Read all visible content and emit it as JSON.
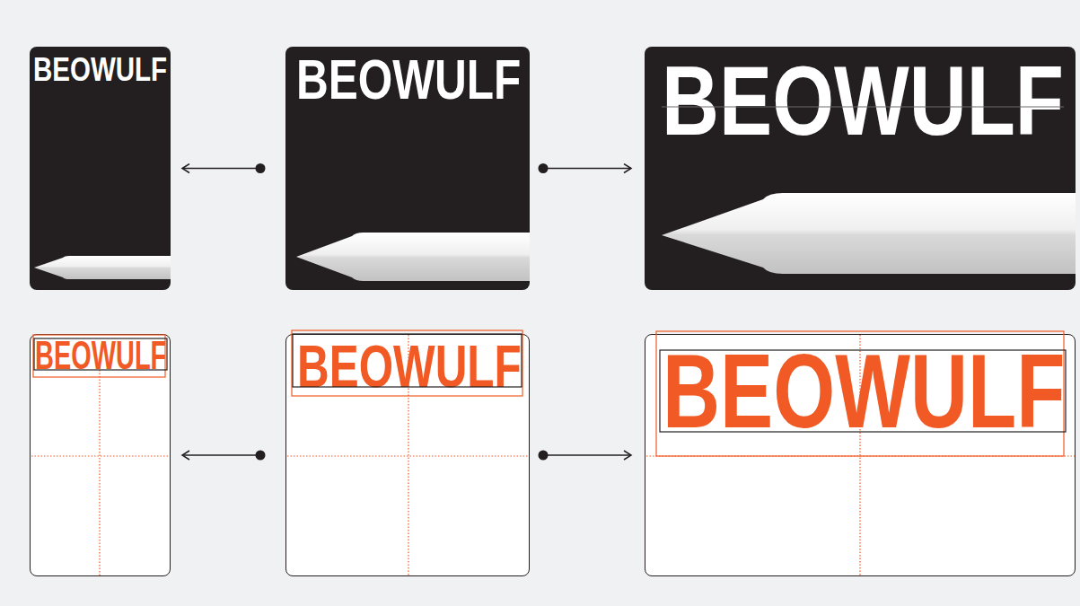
{
  "diagram": {
    "nodes": [
      {
        "text": [
          "BEOWULF"
        ]
      },
      {
        "text": [
          "BEOWULF"
        ]
      },
      {
        "text": [
          "BEOWULF"
        ]
      },
      {
        "text": [
          "BEOWULF"
        ]
      },
      {
        "text": [
          "BEOWULF"
        ]
      },
      {
        "text": [
          "BEOWULF"
        ]
      }
    ],
    "edges": [
      {
        "from": 1,
        "to": 0,
        "arrow": "to"
      },
      {
        "from": 1,
        "to": 2,
        "arrow": "to"
      },
      {
        "from": 4,
        "to": 3,
        "arrow": "to"
      },
      {
        "from": 4,
        "to": 5,
        "arrow": "to"
      }
    ]
  }
}
